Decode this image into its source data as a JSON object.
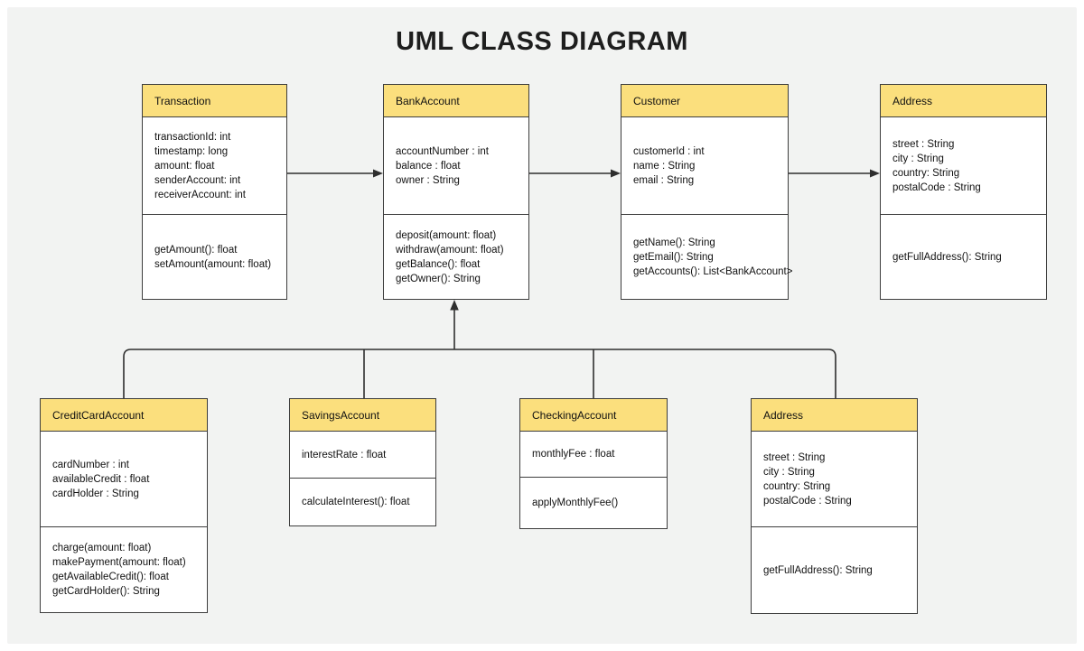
{
  "title": "UML CLASS DIAGRAM",
  "colors": {
    "canvas_bg": "#f2f3f2",
    "header_fill": "#fbdf7d",
    "box_fill": "#ffffff",
    "box_border": "#3d3d3d",
    "connector": "#2e2e2e",
    "title_color": "#1e1e1e"
  },
  "classes": [
    {
      "name": "Transaction",
      "attributes": [
        "transactionId: int",
        "timestamp: long",
        "amount: float",
        "senderAccount: int",
        "receiverAccount: int"
      ],
      "methods": [
        "getAmount(): float",
        "setAmount(amount: float)"
      ]
    },
    {
      "name": "BankAccount",
      "attributes": [
        "accountNumber : int",
        "balance : float",
        "owner : String"
      ],
      "methods": [
        "deposit(amount: float)",
        "withdraw(amount: float)",
        "getBalance(): float",
        "getOwner(): String"
      ]
    },
    {
      "name": "Customer",
      "attributes": [
        "customerId : int",
        "name : String",
        "email : String"
      ],
      "methods": [
        "getName(): String",
        "getEmail(): String",
        "getAccounts(): List<BankAccount>"
      ]
    },
    {
      "name": "Address",
      "attributes": [
        "street : String",
        "city : String",
        "country: String",
        "postalCode : String"
      ],
      "methods": [
        "getFullAddress(): String"
      ]
    },
    {
      "name": "CreditCardAccount",
      "attributes": [
        "cardNumber : int",
        "availableCredit : float",
        "cardHolder : String"
      ],
      "methods": [
        "charge(amount: float)",
        "makePayment(amount: float)",
        "getAvailableCredit(): float",
        "getCardHolder(): String"
      ]
    },
    {
      "name": "SavingsAccount",
      "attributes": [
        "interestRate : float"
      ],
      "methods": [
        "calculateInterest(): float"
      ]
    },
    {
      "name": "CheckingAccount",
      "attributes": [
        "monthlyFee : float"
      ],
      "methods": [
        "applyMonthlyFee()"
      ]
    },
    {
      "name": "Address",
      "attributes": [
        "street : String",
        "city : String",
        "country: String",
        "postalCode : String"
      ],
      "methods": [
        "getFullAddress(): String"
      ]
    }
  ],
  "relationships": [
    {
      "from": "Transaction",
      "to": "BankAccount",
      "type": "association-arrow"
    },
    {
      "from": "BankAccount",
      "to": "Customer",
      "type": "association-arrow"
    },
    {
      "from": "Customer",
      "to": "Address",
      "type": "association-arrow"
    },
    {
      "from": "CreditCardAccount",
      "to": "BankAccount",
      "type": "generalization"
    },
    {
      "from": "SavingsAccount",
      "to": "BankAccount",
      "type": "generalization"
    },
    {
      "from": "CheckingAccount",
      "to": "BankAccount",
      "type": "generalization"
    },
    {
      "from": "Address",
      "to": "BankAccount",
      "type": "generalization"
    }
  ]
}
